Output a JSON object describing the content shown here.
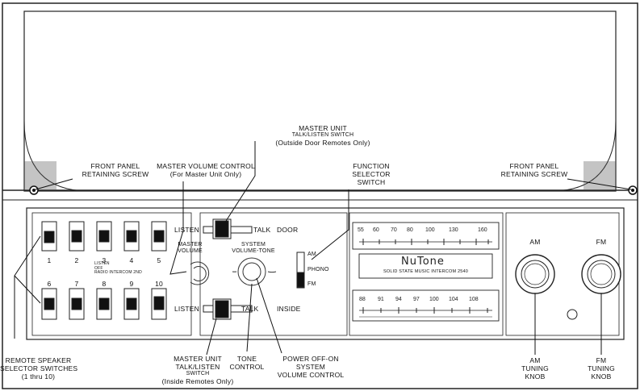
{
  "callouts": {
    "master_unit_talk_listen_outside": [
      "MASTER UNIT",
      "TALK/LISTEN SWITCH",
      "(Outside Door Remotes Only)"
    ],
    "master_volume_control": [
      "MASTER VOLUME CONTROL",
      "(For Master Unit Only)"
    ],
    "front_panel_screw_left": [
      "FRONT PANEL",
      "RETAINING SCREW"
    ],
    "front_panel_screw_right": [
      "FRONT PANEL",
      "RETAINING SCREW"
    ],
    "function_selector": [
      "FUNCTION",
      "SELECTOR",
      "SWITCH"
    ],
    "remote_speaker_selector": [
      "REMOTE SPEAKER",
      "SELECTOR SWITCHES",
      "(1 thru 10)"
    ],
    "master_unit_talk_listen_inside": [
      "MASTER UNIT",
      "TALK/LISTEN",
      "SWITCH",
      "(Inside Remotes Only)"
    ],
    "tone_control": [
      "TONE",
      "CONTROL"
    ],
    "power_system_volume": [
      "POWER OFF-ON",
      "SYSTEM",
      "VOLUME CONTROL"
    ],
    "am_tuning_knob": [
      "AM",
      "TUNING",
      "KNOB"
    ],
    "fm_tuning_knob": [
      "FM",
      "TUNING",
      "KNOB"
    ]
  },
  "panel": {
    "switch_numbers_top": [
      "1",
      "2",
      "3",
      "4",
      "5"
    ],
    "switch_numbers_bottom": [
      "6",
      "7",
      "8",
      "9",
      "10"
    ],
    "legend_lines": [
      "LISTEN",
      "OFF",
      "RADIO INTERCOM 2ND"
    ],
    "listen_top": "LISTEN",
    "talk_top": "TALK",
    "door": "DOOR",
    "listen_bottom": "LISTEN",
    "talk_bottom": "TALK",
    "inside": "INSIDE",
    "master_volume": [
      "MASTER",
      "VOLUME"
    ],
    "system_volume_tone": [
      "SYSTEM",
      "VOLUME-TONE"
    ],
    "func_am": "AM",
    "func_phono": "PHONO",
    "func_fm": "FM",
    "am_label": "AM",
    "fm_label": "FM",
    "brand": "NuTone",
    "model": "SOLID STATE MUSIC INTERCOM 2540",
    "am_scale": [
      "55",
      "60",
      "70",
      "80",
      "100",
      "130",
      "160"
    ],
    "fm_scale": [
      "88",
      "91",
      "94",
      "97",
      "100",
      "104",
      "108"
    ]
  }
}
